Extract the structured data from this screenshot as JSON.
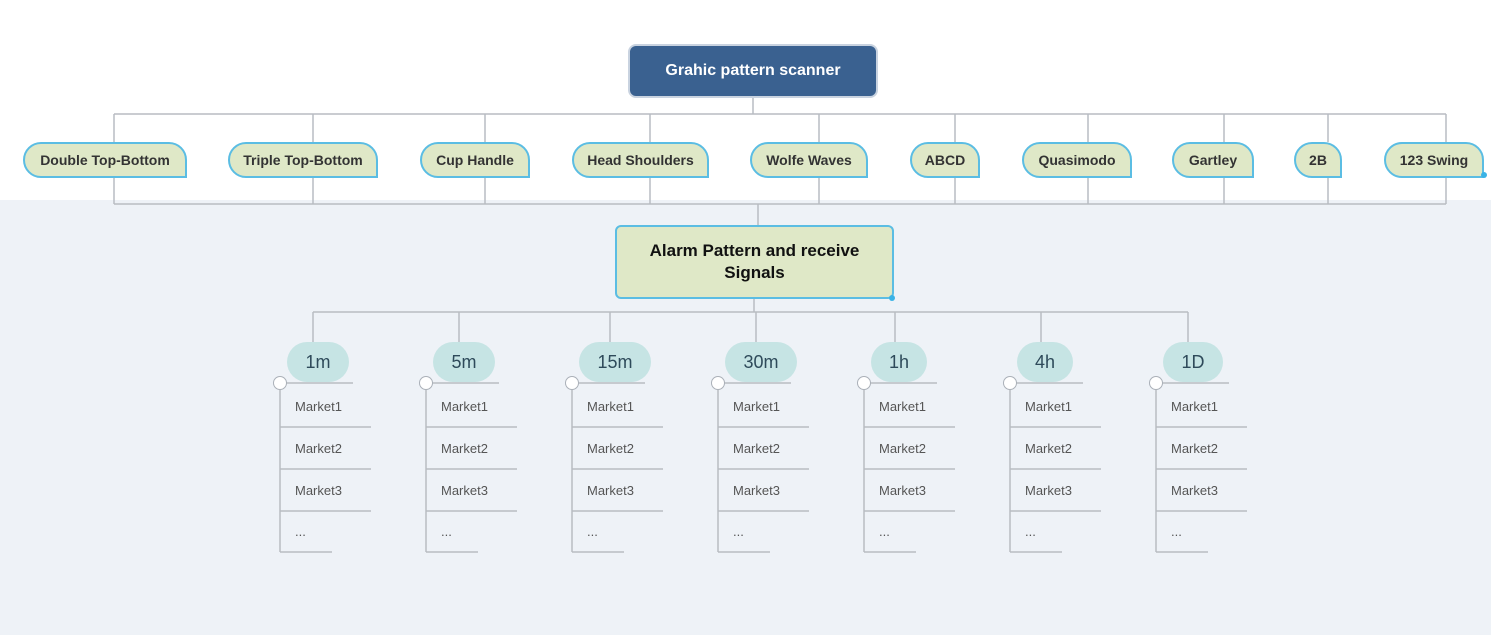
{
  "root": {
    "label": "Grahic pattern scanner"
  },
  "patterns": [
    "Double Top-Bottom",
    "Triple Top-Bottom",
    "Cup Handle",
    "Head Shoulders",
    "Wolfe Waves",
    "ABCD",
    "Quasimodo",
    "Gartley",
    "2B",
    "123 Swing"
  ],
  "alarm": {
    "label": "Alarm Pattern and receive Signals"
  },
  "timeframes": [
    "1m",
    "5m",
    "15m",
    "30m",
    "1h",
    "4h",
    "1D"
  ],
  "markets": [
    "Market1",
    "Market2",
    "Market3",
    "..."
  ],
  "colors": {
    "background": "#eef2f7",
    "root_fill": "#3a6190",
    "node_fill": "#dfe8c7",
    "node_border": "#5bbde3",
    "timeframe_fill": "#c6e4e4",
    "connector": "#b8bcc2"
  }
}
